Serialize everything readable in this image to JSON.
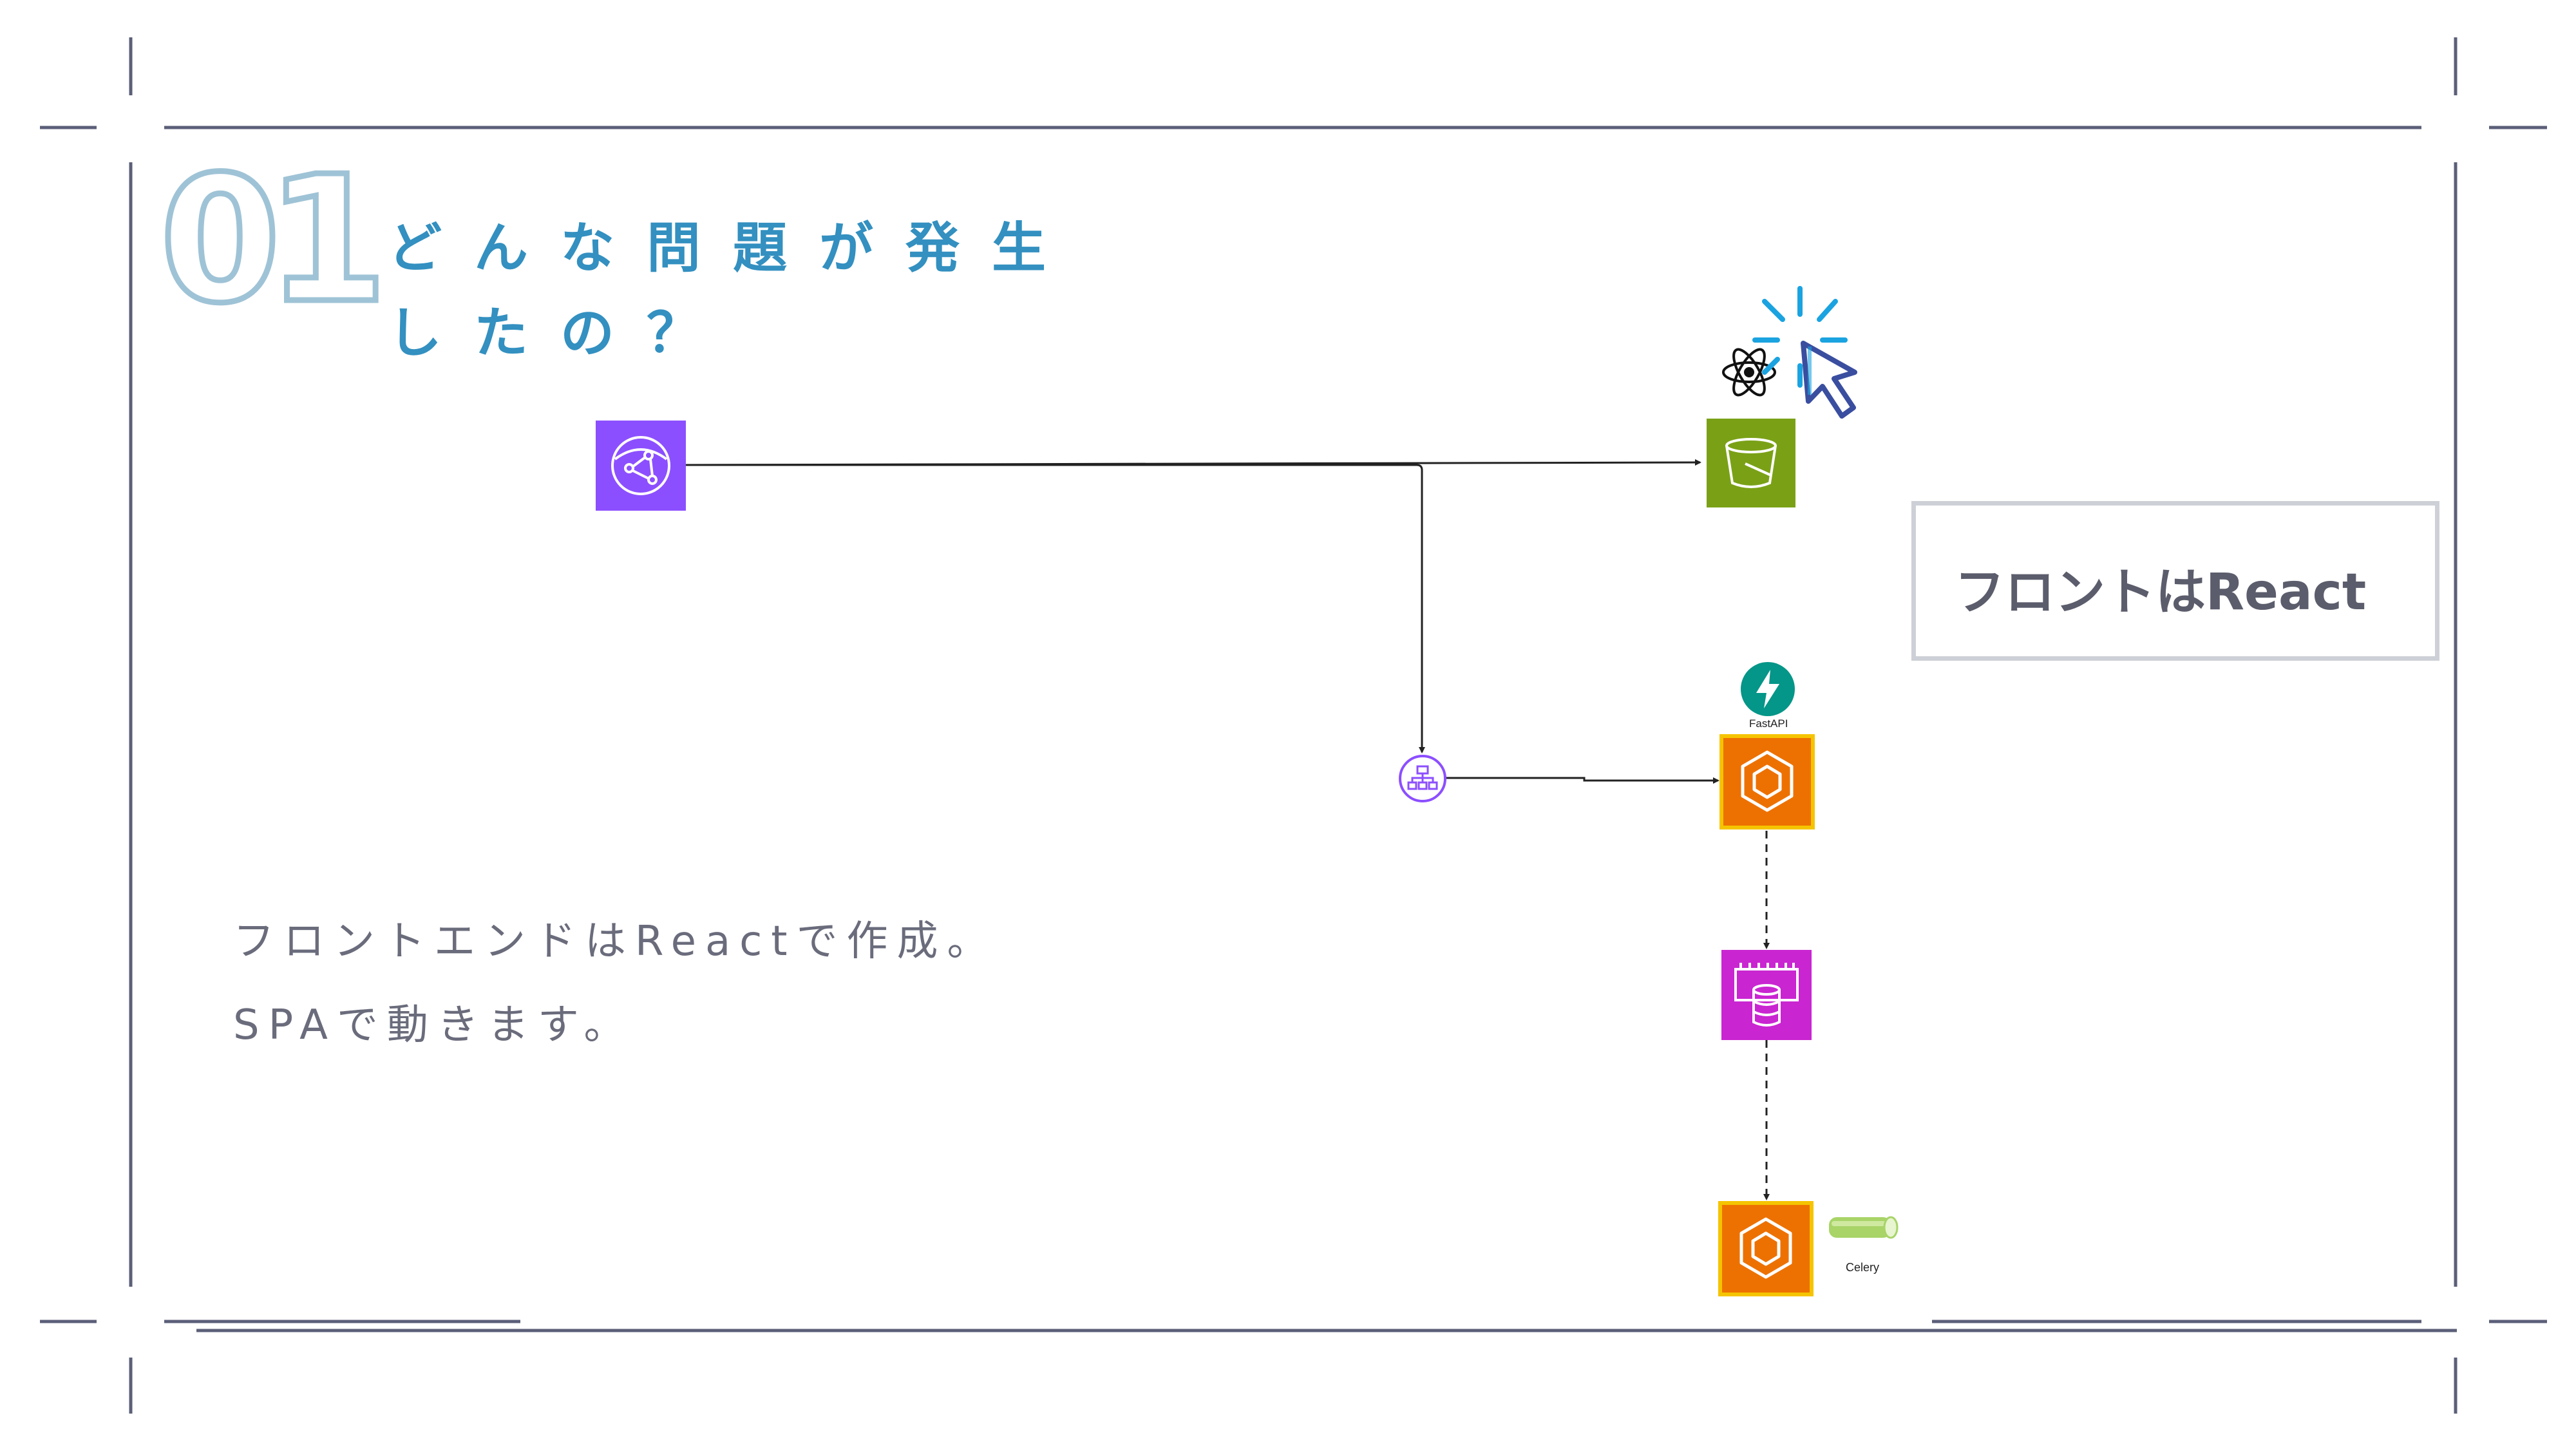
{
  "section": {
    "number": "01",
    "title_line1": "どんな問題が発生",
    "title_line2": "したの？"
  },
  "body": {
    "line1": "フロントエンドはReactで作成。",
    "line2": "SPAで動きます。"
  },
  "callout": {
    "text": "フロントはReact"
  },
  "diagram": {
    "fastapi_label": "FastAPI",
    "celery_label": "Celery"
  },
  "colors": {
    "frame": "#5b5f78",
    "title": "#3390c0",
    "cloudfront": "#8c4fff",
    "s3": "#7aa116",
    "ecs": "#ed7100",
    "ecs_border": "#f5c400",
    "elasticache": "#c925d1",
    "fastapi": "#049688",
    "cursor_blue": "#1aa3e0"
  },
  "icons": [
    "cloudfront-icon",
    "s3-bucket-icon",
    "alb-icon",
    "ecs-icon",
    "elasticache-icon",
    "react-icon",
    "fastapi-icon",
    "celery-icon",
    "cursor-click-icon"
  ]
}
